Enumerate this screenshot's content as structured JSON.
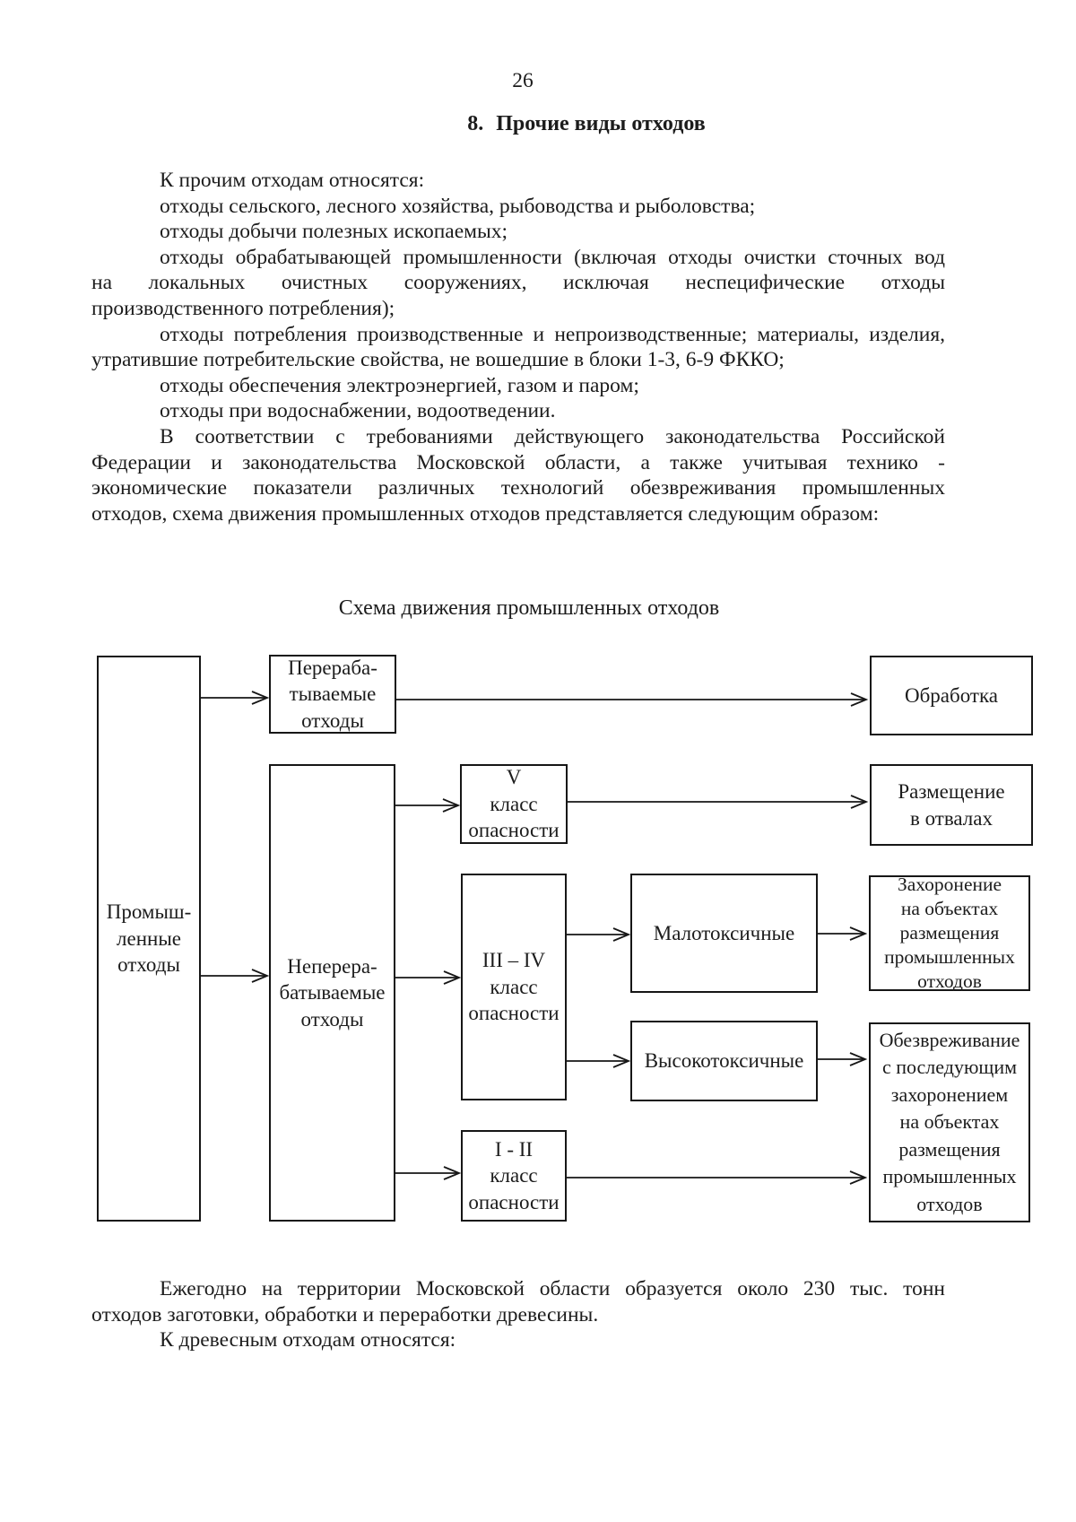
{
  "page_number": "26",
  "heading": {
    "number": "8.",
    "title": "Прочие виды отходов"
  },
  "body": {
    "lines": [
      "К прочим отходам относятся:",
      "отходы сельского, лесного хозяйства, рыбоводства и рыболовства;",
      "отходы добычи полезных ископаемых;",
      "отходы обрабатывающей промышленности (включая отходы очистки сточных вод",
      "на локальных очистных сооружениях, исключая неспецифические отходы",
      "производственного потребления);",
      "отходы потребления производственные и непроизводственные; материалы, изделия,",
      "утратившие потребительские свойства, не вошедшие в блоки 1-3, 6-9 ФККО;",
      "отходы обеспечения электроэнергией, газом и паром;",
      "отходы при водоснабжении, водоотведении.",
      "В соответствии с требованиями действующего законодательства Российской",
      "Федерации и законодательства Московской области, а также учитывая технико -",
      "экономические показатели различных технологий обезвреживания промышленных",
      "отходов, схема движения промышленных отходов представляется следующим образом:"
    ]
  },
  "diagram": {
    "title": "Схема движения промышленных отходов",
    "nodes": {
      "industrial": "Промыш-\nленные\nотходы",
      "recyclable": "Перераба-\nтываемые\nотходы",
      "processing": "Обработка",
      "non_recyclable": "Неперера-\nбатываемые\nотходы",
      "class_v": "V\nкласс\nопасности",
      "dumps": "Размещение\nв отвалах",
      "class_iii_iv": "III – IV\nкласс\nопасности",
      "low_toxic": "Малотоксичные",
      "burial": "Захоронение\nна объектах\nразмещения\nпромышленных\nотходов",
      "high_toxic": "Высокотоксичные",
      "neutralization": "Обезвреживание\nс последующим\nзахоронением\nна объектах\nразмещения\nпромышленных\nотходов",
      "class_i_ii": "I - II\nкласс\nопасности"
    }
  },
  "footer": {
    "lines": [
      "Ежегодно на территории Московской области образуется около 230 тыс. тонн",
      "отходов заготовки, обработки и переработки древесины.",
      "К древесным отходам относятся:"
    ]
  }
}
